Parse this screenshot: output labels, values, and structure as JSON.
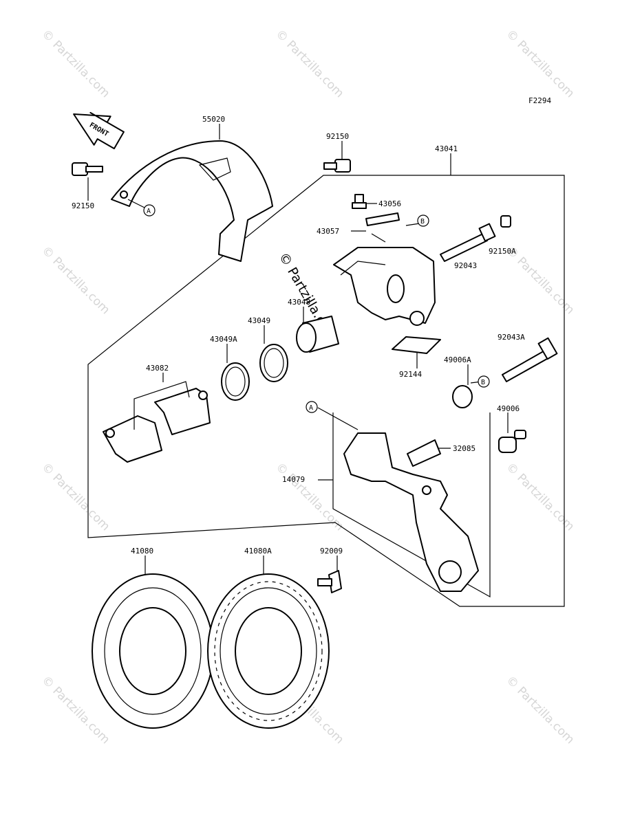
{
  "diagram_code": "F2294",
  "front_label": "FRONT",
  "watermark": "© Partzilla.com",
  "watermark_center": "© Partzilla.com",
  "callouts": {
    "A": "A",
    "B": "B"
  },
  "parts": {
    "p55020": "55020",
    "p92150_top": "92150",
    "p92150_left": "92150",
    "p43041": "43041",
    "p43056": "43056",
    "p43057": "43057",
    "p92043": "92043",
    "p92150A": "92150A",
    "p43048": "43048",
    "p43049": "43049",
    "p43049A": "43049A",
    "p43082": "43082",
    "p92144": "92144",
    "p92043A": "92043A",
    "p49006A": "49006A",
    "p49006": "49006",
    "p32085": "32085",
    "p14079": "14079",
    "p41080": "41080",
    "p41080A": "41080A",
    "p92009": "92009"
  }
}
